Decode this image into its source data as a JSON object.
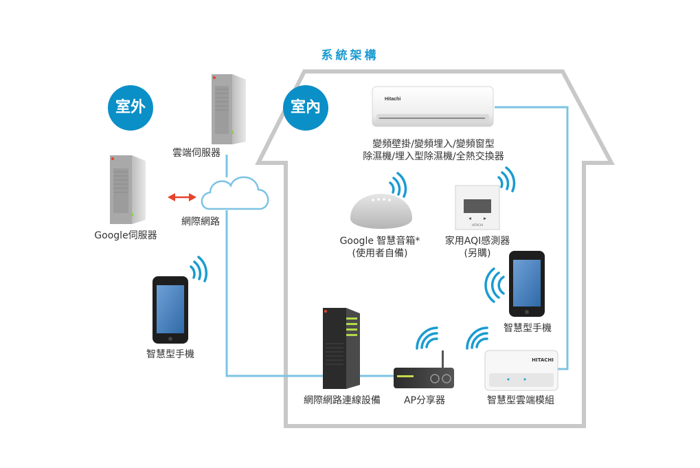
{
  "title": "系統架構",
  "zones": {
    "outdoor": "室外",
    "indoor": "室內"
  },
  "nodes": {
    "cloud_server": "雲端伺服器",
    "google_server": "Google伺服器",
    "internet": "網際網路",
    "phone_outdoor": "智慧型手機",
    "ac_line1": "變頻壁掛/變頻埋入/變頻窗型",
    "ac_line2": "除濕機/埋入型除濕機/全熱交換器",
    "google_speaker_line1": "Google 智慧音箱*",
    "google_speaker_line2": "(使用者自備)",
    "aqi_line1": "家用AQI感測器",
    "aqi_line2": "(另購)",
    "phone_indoor": "智慧型手機",
    "network_device": "網際網路連線設備",
    "ap_router": "AP分享器",
    "cloud_module": "智慧型雲端模組",
    "module_brand": "HITACHI",
    "ac_brand": "Hitachi",
    "sensor_brand": "HITACHI"
  },
  "colors": {
    "accent": "#0a8fc7",
    "line": "#7cc3e3",
    "house": "#c8c8c8",
    "arrow": "#e8412c"
  }
}
